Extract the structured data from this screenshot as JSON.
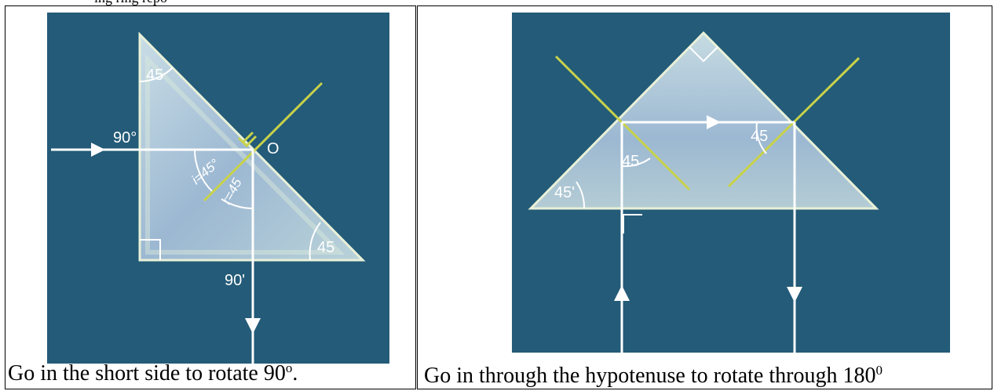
{
  "top_text": "ing ring repo",
  "left": {
    "caption_main": "Go in the short side to rotate 90",
    "caption_sup": "o",
    "caption_end": ".",
    "labels": {
      "angle_top": "45",
      "angle_bottom_right": "45",
      "incidence": "90°",
      "exit": "90'",
      "point": "O",
      "i_label": "i=45°",
      "r_label": "r=45"
    }
  },
  "right": {
    "caption_main": "Go in through the hypotenuse to rotate through 180",
    "caption_sup": "0",
    "labels": {
      "angle_left": "45'",
      "angle_inner_left": "45",
      "angle_inner_right": "45"
    }
  },
  "colors": {
    "panel": "#235b78",
    "prism": "#9cb8d2",
    "mirror": "#c8d24a",
    "ray": "#ffffff"
  }
}
